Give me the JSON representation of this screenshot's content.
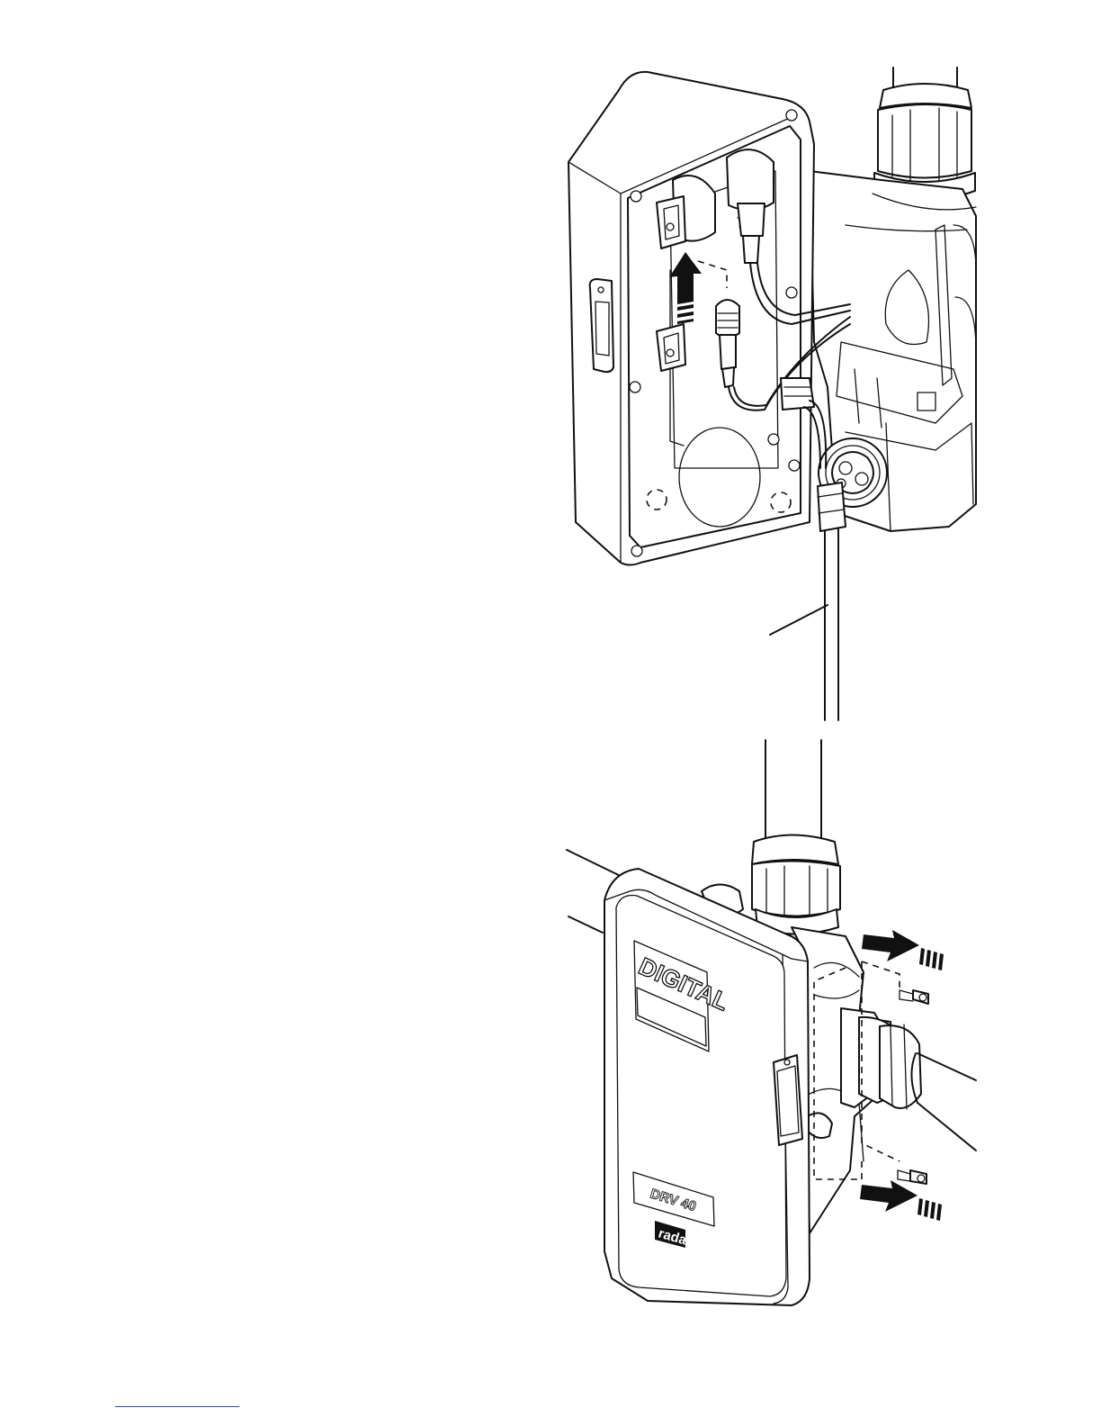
{
  "panel_label": "DIGITAL",
  "model_label": "DRV 40",
  "brand_logo": "rada",
  "colors": {
    "line": "#111111",
    "background": "#ffffff",
    "footer_rule": "#2b47d9"
  }
}
